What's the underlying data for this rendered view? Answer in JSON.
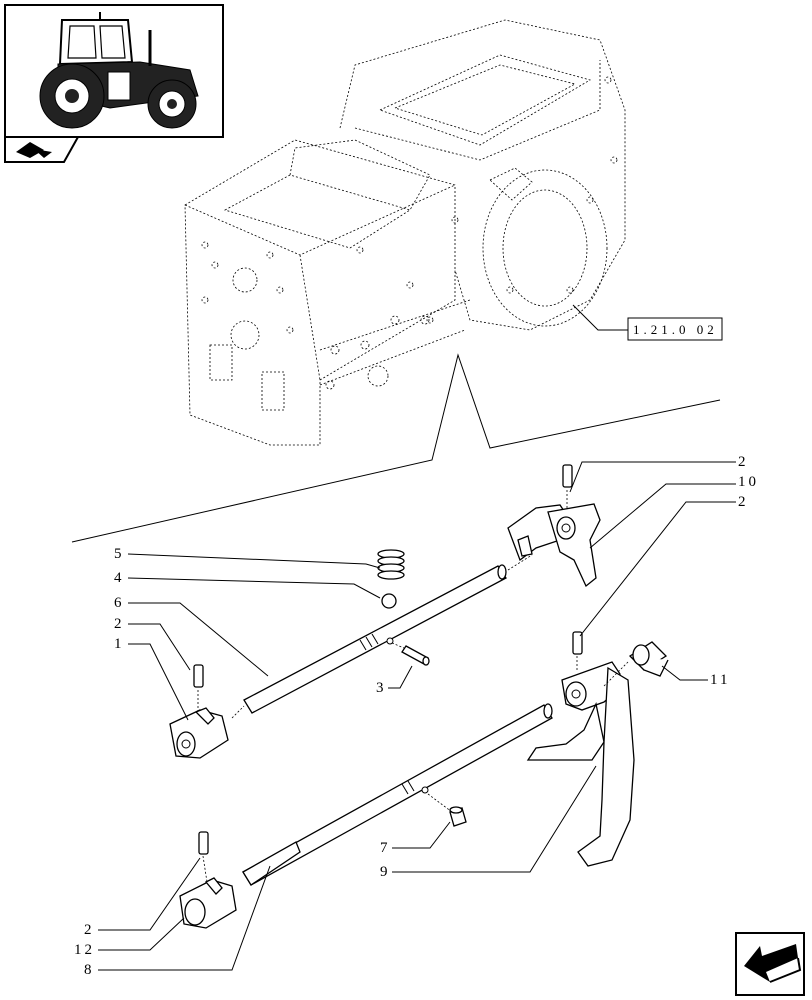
{
  "reference_label": "1.21.0 02",
  "callouts": [
    "2",
    "10",
    "2",
    "5",
    "4",
    "6",
    "2",
    "1",
    "3",
    "11",
    "7",
    "9",
    "2",
    "12",
    "8"
  ],
  "icons": {
    "thumbnail": "tractor-thumbnail-icon",
    "section": "book-arrow-icon",
    "navigation": "next-page-arrow-icon"
  }
}
